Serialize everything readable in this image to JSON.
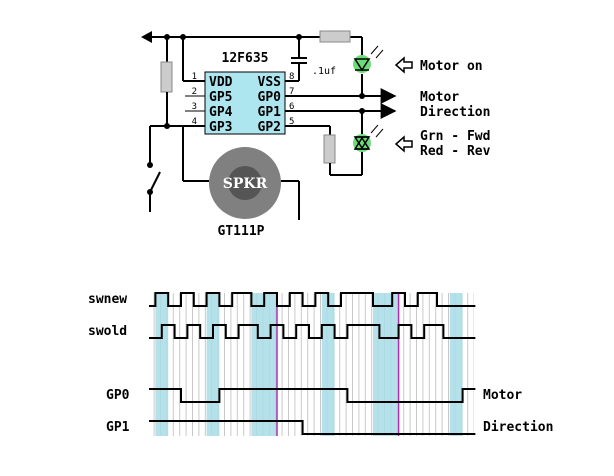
{
  "schematic": {
    "chip_name": "12F635",
    "pins_left": [
      {
        "num": "1",
        "label": "VDD"
      },
      {
        "num": "2",
        "label": "GP5"
      },
      {
        "num": "3",
        "label": "GP4"
      },
      {
        "num": "4",
        "label": "GP3"
      }
    ],
    "pins_right": [
      {
        "num": "8",
        "label": "VSS"
      },
      {
        "num": "7",
        "label": "GP0"
      },
      {
        "num": "6",
        "label": "GP1"
      },
      {
        "num": "5",
        "label": "GP2"
      }
    ],
    "cap_label": ".1uf",
    "speaker_label": "SPKR",
    "speaker_part": "GT111P",
    "led_motor_label": "Motor on",
    "output_label_1": "Motor",
    "output_label_2": "Direction",
    "led_dir_label_1": "Grn - Fwd",
    "led_dir_label_2": "Red - Rev",
    "colors": {
      "led": "#2ecc40",
      "resistor": "#cccccc",
      "chip": "#aee6f0",
      "speaker": "#808080"
    }
  },
  "timing": {
    "signals": [
      {
        "name": "swnew",
        "levels": [
          0,
          1,
          1,
          0,
          0,
          1,
          1,
          0,
          0,
          1,
          1,
          0,
          0,
          1,
          1,
          1,
          0,
          0,
          1,
          1,
          0,
          0,
          1,
          1,
          0,
          0,
          1,
          1,
          0,
          0,
          1,
          1,
          1,
          1,
          1,
          0,
          0,
          0,
          1,
          1,
          0,
          0,
          1,
          1,
          1,
          0,
          0,
          0,
          0,
          0,
          0
        ]
      },
      {
        "name": "swold",
        "levels": [
          0,
          0,
          1,
          1,
          0,
          0,
          1,
          1,
          0,
          0,
          1,
          1,
          0,
          0,
          1,
          1,
          1,
          0,
          0,
          1,
          1,
          0,
          0,
          1,
          1,
          0,
          0,
          1,
          1,
          0,
          0,
          1,
          1,
          1,
          1,
          1,
          0,
          0,
          0,
          1,
          1,
          0,
          0,
          1,
          1,
          1,
          0,
          0,
          0,
          0,
          0
        ]
      },
      {
        "name": "GP0",
        "label_right": "Motor",
        "levels": [
          1,
          1,
          1,
          1,
          1,
          0,
          0,
          0,
          0,
          0,
          0,
          1,
          1,
          1,
          1,
          1,
          1,
          1,
          1,
          1,
          1,
          1,
          1,
          1,
          1,
          1,
          1,
          1,
          1,
          1,
          1,
          0,
          0,
          0,
          0,
          0,
          0,
          0,
          0,
          0,
          0,
          0,
          0,
          0,
          0,
          0,
          0,
          0,
          0,
          1,
          1
        ]
      },
      {
        "name": "GP1",
        "label_right": "Direction",
        "levels": [
          1,
          1,
          1,
          1,
          1,
          1,
          1,
          1,
          1,
          1,
          1,
          1,
          1,
          1,
          1,
          1,
          1,
          1,
          1,
          1,
          1,
          1,
          1,
          1,
          0,
          0,
          0,
          0,
          0,
          0,
          0,
          0,
          0,
          0,
          0,
          0,
          0,
          0,
          0,
          0,
          0,
          0,
          0,
          0,
          0,
          0,
          0,
          0,
          0,
          0,
          0
        ]
      }
    ],
    "highlight_columns": [
      [
        1,
        2
      ],
      [
        9,
        10
      ],
      [
        16,
        19
      ],
      [
        27,
        28
      ],
      [
        35,
        38
      ],
      [
        47,
        48
      ]
    ],
    "markers": [
      19,
      38
    ],
    "colors": {
      "highlight": "#a8dce6",
      "marker": "#b030b0",
      "grid": "#c8c8c8",
      "trace": "#000000"
    }
  }
}
